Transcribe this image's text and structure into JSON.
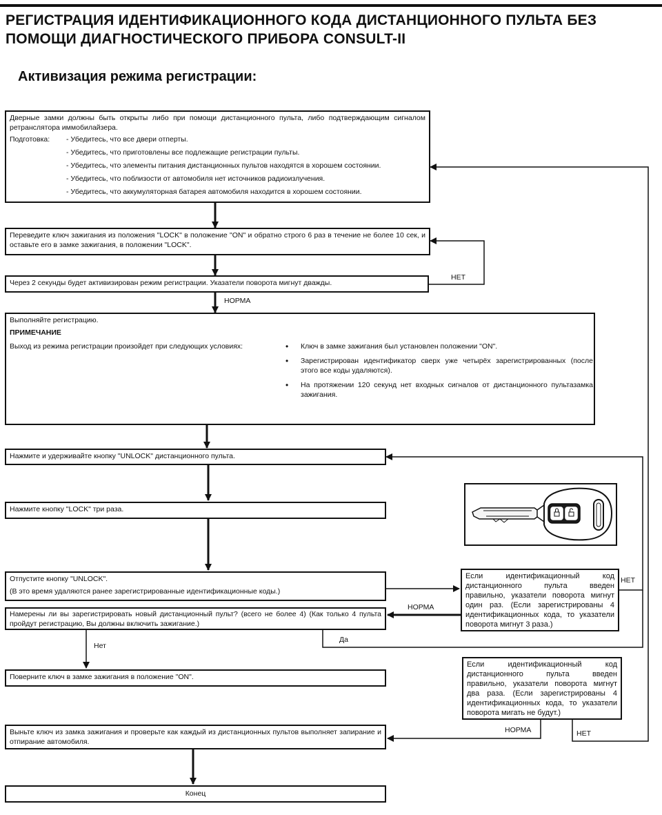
{
  "title": "РЕГИСТРАЦИЯ ИДЕНТИФИКАЦИОННОГО КОДА ДИСТАНЦИОННОГО ПУЛЬТА БЕЗ ПОМОЩИ ДИАГНОСТИЧЕСКОГО ПРИБОРА CONSULT-II",
  "subtitle": "Активизация режима регистрации:",
  "steps": {
    "intro": "Дверные замки должны быть открыты либо при помощи дистанционного пульта, либо подтверждающим сигналом ретранслятора иммобилайзера.",
    "prep_label": "Подготовка:",
    "prep_items": [
      "Убедитесь, что все двери отперты.",
      "Убедитесь, что приготовлены все подлежащие регистрации пульты.",
      "Убедитесь, что элементы питания дистанционных пультов находятся в хорошем состоянии.",
      "Убедитесь, что поблизости от автомобиля нет источников радиоизлучения.",
      "Убедитесь, что аккумуляторная батарея автомобиля находится в хорошем состоянии."
    ],
    "ignition_cycle": "Переведите ключ зажигания из положения \"LOCK\" в положение \"ON\" и обратно строго 6 раз в течение не более 10 сек, и оставьте его в замке зажигания, в положении \"LOCK\".",
    "mode_active": "Через 2 секунды будет активизирован режим регистрации.  Указатели поворота мигнут дважды.",
    "perform": "Выполняйте регистрацию.",
    "note_title": "ПРИМЕЧАНИЕ",
    "exit_label": "Выход из режима регистрации произойдет при следующих условиях:",
    "exit_conditions": [
      "Ключ в замке зажигания был установлен положении \"ON\".",
      "Зарегистрирован идентификатор сверх уже четырёх зарегистрированных (после этого все коды удаляются).",
      "На протяжении 120 секунд нет входных сигналов от дистанционного пультазамка зажигания."
    ],
    "hold_unlock": "Нажмите и удерживайте кнопку \"UNLOCK\" дистанционного пульта.",
    "press_lock": "Нажмите кнопку \"LOCK\" три раза.",
    "release_unlock": "Отпустите кнопку \"UNLOCK\".",
    "release_note": "(В это время удаляются ранее зарегистрированные идентификационные коды.)",
    "another_remote": "Намерены ли вы зарегистрировать новый дистанционный пульт? (всего не более 4) (Как только 4 пульта пройдут регистрацию, Вы должны включить зажигание.)",
    "turn_on": "Поверните ключ в замке зажигания в положение \"ON\".",
    "verify": "Выньте ключ из замка зажигания и проверьте как каждый из дистанционных пультов выполняет запирание и отпирание автомобиля.",
    "end": "Конец"
  },
  "checks": {
    "once": "Если идентификационный код дистанционного пульта введен правильно, указатели поворота мигнут один раз. (Если зарегистрированы 4 идентификационных кода, то указатели поворота мигнут 3 раза.)",
    "twice": "Если идентификационный код дистанционного пульта введен правильно, указатели поворота мигнут два раза. (Если зарегистрированы 4 идентификационных кода, то указатели поворота мигать не будут.)"
  },
  "labels": {
    "ok": "НОРМА",
    "no_caps": "НЕТ",
    "no": "Нет",
    "yes": "Да"
  },
  "image": {
    "icon": "remote-key-icon"
  }
}
